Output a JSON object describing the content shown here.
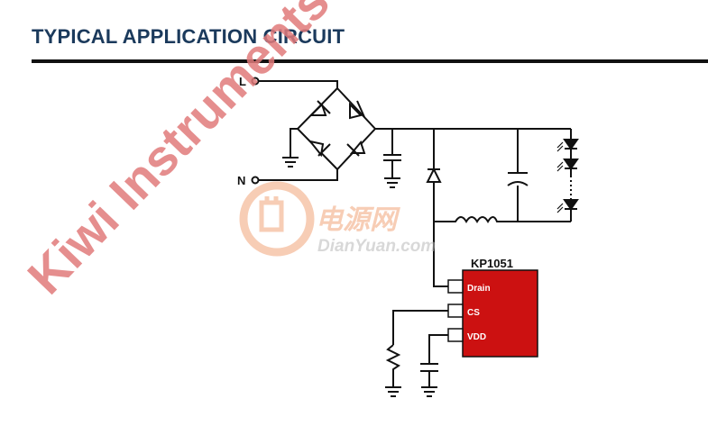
{
  "heading": "TYPICAL APPLICATION CIRCUIT",
  "terminals": {
    "line": "L",
    "neutral": "N"
  },
  "chip": {
    "part_number": "KP1051",
    "pins": [
      "Drain",
      "CS",
      "VDD"
    ],
    "fill_color": "#cc1111",
    "label_color": "#1b3a8c"
  },
  "watermark": {
    "text": "Kiwi Instruments",
    "color": "#e07a7a",
    "logo_cn": "电源网",
    "logo_site": "DianYuan.com",
    "logo_color": "#f2a57a"
  }
}
